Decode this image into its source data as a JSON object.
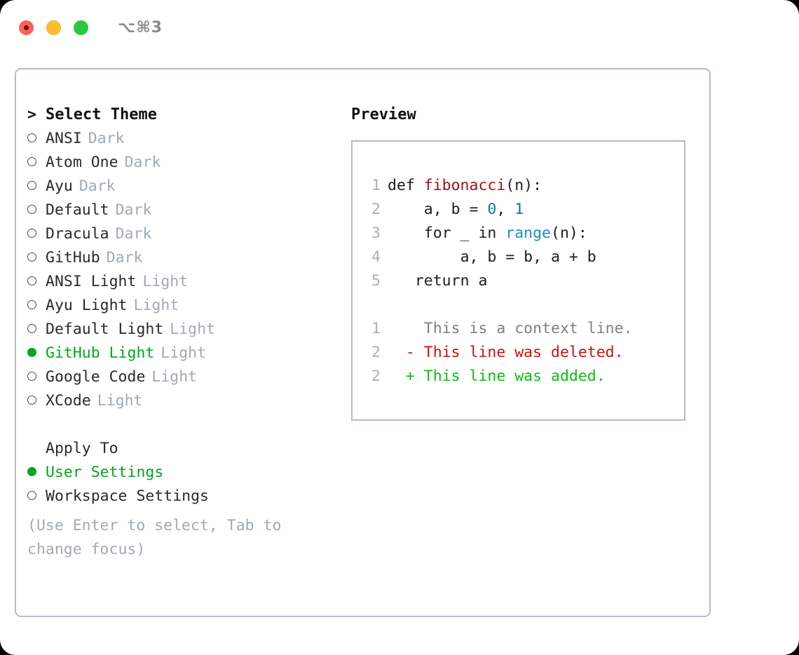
{
  "window": {
    "shortcut": "⌥⌘3",
    "traffic_lights": [
      {
        "name": "close",
        "color": "#ff6058"
      },
      {
        "name": "minimize",
        "color": "#ffbd2e"
      },
      {
        "name": "maximize",
        "color": "#28c840"
      }
    ]
  },
  "colors": {
    "accent_green": "#03a81e",
    "muted_tag": "#a0aab8",
    "border": "#b3bcc8",
    "diff_added": "#0ac010",
    "diff_deleted": "#cc1111",
    "diff_context": "#808080",
    "syntax_function": "#9c1117",
    "syntax_builtin": "#1e8ec4",
    "syntax_number": "#0b7c7c"
  },
  "theme_picker": {
    "caret": ">",
    "title": "Select Theme",
    "radio_unselected": "○",
    "radio_selected": "●",
    "items": [
      {
        "name": "ANSI",
        "tag": "Dark",
        "selected": false
      },
      {
        "name": "Atom One",
        "tag": "Dark",
        "selected": false
      },
      {
        "name": "Ayu",
        "tag": "Dark",
        "selected": false
      },
      {
        "name": "Default",
        "tag": "Dark",
        "selected": false
      },
      {
        "name": "Dracula",
        "tag": "Dark",
        "selected": false
      },
      {
        "name": "GitHub",
        "tag": "Dark",
        "selected": false
      },
      {
        "name": "ANSI Light",
        "tag": "Light",
        "selected": false
      },
      {
        "name": "Ayu Light",
        "tag": "Light",
        "selected": false
      },
      {
        "name": "Default Light",
        "tag": "Light",
        "selected": false
      },
      {
        "name": "GitHub Light",
        "tag": "Light",
        "selected": true
      },
      {
        "name": "Google Code",
        "tag": "Light",
        "selected": false
      },
      {
        "name": "XCode",
        "tag": "Light",
        "selected": false
      }
    ]
  },
  "apply_to": {
    "title": "Apply To",
    "items": [
      {
        "name": "User Settings",
        "selected": true
      },
      {
        "name": "Workspace Settings",
        "selected": false
      }
    ]
  },
  "hint": "(Use Enter to select, Tab to change focus)",
  "preview": {
    "title": "Preview",
    "code_lines": [
      {
        "no": "1",
        "indent": "",
        "segments": [
          {
            "t": "def ",
            "cls": "code-text"
          },
          {
            "t": "fibonacci",
            "cls": "tok-func"
          },
          {
            "t": "(n):",
            "cls": "code-text"
          }
        ]
      },
      {
        "no": "2",
        "indent": "    ",
        "segments": [
          {
            "t": "a, b = ",
            "cls": "code-text"
          },
          {
            "t": "0",
            "cls": "tok-num"
          },
          {
            "t": ", ",
            "cls": "code-text"
          },
          {
            "t": "1",
            "cls": "tok-num"
          }
        ]
      },
      {
        "no": "3",
        "indent": "    ",
        "segments": [
          {
            "t": "for _ in ",
            "cls": "code-text"
          },
          {
            "t": "range",
            "cls": "tok-builtin"
          },
          {
            "t": "(n):",
            "cls": "code-text"
          }
        ]
      },
      {
        "no": "4",
        "indent": "        ",
        "segments": [
          {
            "t": "a, b = b, a + b",
            "cls": "code-text"
          }
        ]
      },
      {
        "no": "5",
        "indent": "   ",
        "segments": [
          {
            "t": "return a",
            "cls": "code-text"
          }
        ]
      }
    ],
    "diff_lines": [
      {
        "no": "1",
        "marker": " ",
        "text": "This is a context line.",
        "cls": "diff-ctx"
      },
      {
        "no": "2",
        "marker": "-",
        "text": "This line was deleted.",
        "cls": "diff-del"
      },
      {
        "no": "2",
        "marker": "+",
        "text": "This line was added.",
        "cls": "diff-add"
      }
    ]
  }
}
